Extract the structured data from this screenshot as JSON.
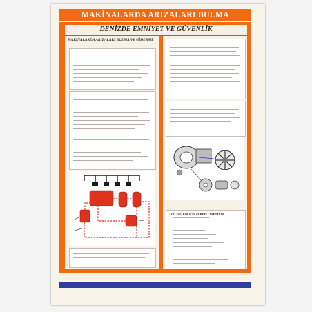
{
  "poster": {
    "banner_title": "MAKİNALARDA ARIZALARI BULMA",
    "title": "DENİZDE EMNİYET VE GÜVENLİK",
    "left_column": {
      "heading": "MAKİNALARDA ARIZALARI BULMA VE GİDERME",
      "subheading": "",
      "section_headings": [
        "",
        "",
        ""
      ]
    },
    "right_column": {
      "section_headings": [
        "",
        "",
        "",
        ""
      ],
      "diagram_caption": "",
      "tools_heading": "ACİL ONARIM İÇİN GEREKLİ TAKIMLAR"
    }
  },
  "colors": {
    "accent_orange": "#f26a12",
    "diagram_red": "#e0301e",
    "bottom_bar_blue": "#2e3f9e",
    "paper": "#f8f4ea"
  }
}
